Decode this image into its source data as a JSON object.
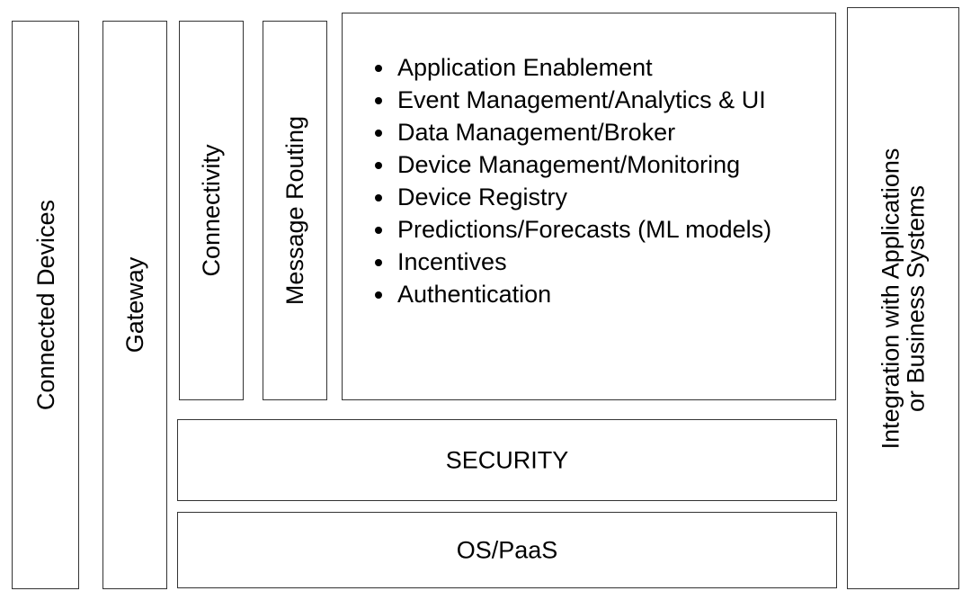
{
  "diagram": {
    "connected_devices": "Connected Devices",
    "gateway": "Gateway",
    "connectivity": "Connectivity",
    "message_routing": "Message Routing",
    "features": [
      "Application Enablement",
      "Event Management/Analytics & UI",
      "Data Management/Broker",
      "Device Management/Monitoring",
      "Device Registry",
      "Predictions/Forecasts (ML models)",
      "Incentives",
      "Authentication"
    ],
    "security": "SECURITY",
    "os_paas": "OS/PaaS",
    "integration": {
      "line1": "Integration with Applications",
      "line2": "or Business Systems"
    }
  }
}
